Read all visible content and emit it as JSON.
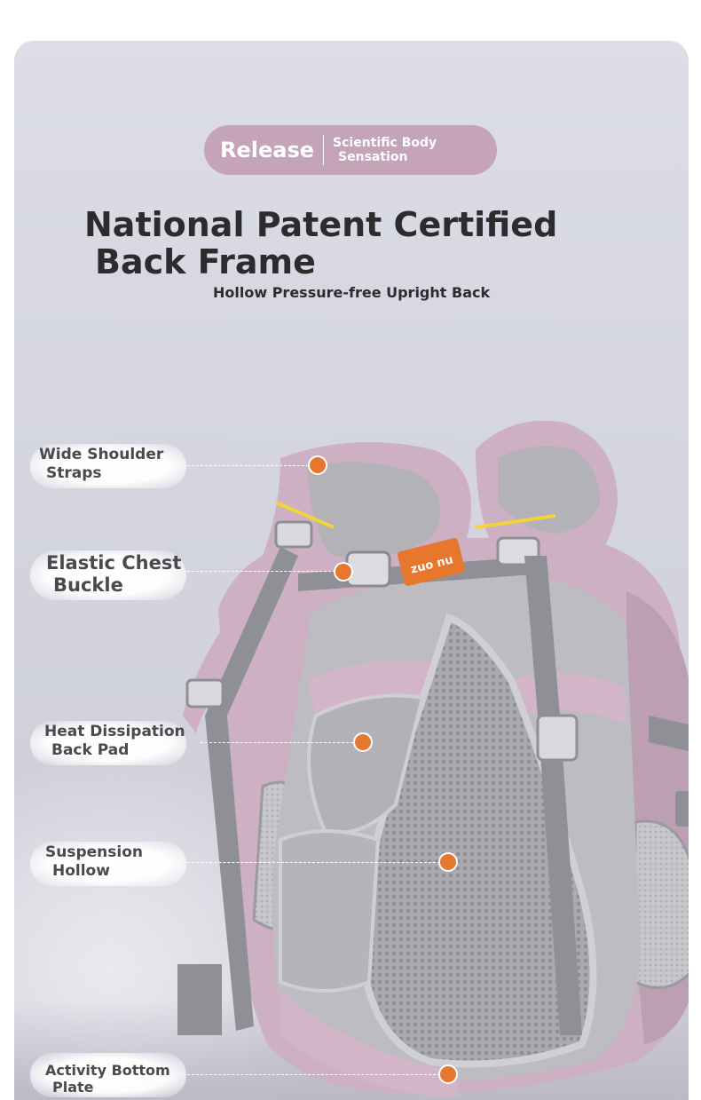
{
  "badge": {
    "main": "Release",
    "sub_line1": "Scientific Body",
    "sub_line2": "Sensation"
  },
  "headline": {
    "line1": "National Patent Certified",
    "line2": "Back Frame",
    "subtitle": "Hollow Pressure-free Upright Back"
  },
  "product": {
    "brand_tag": "zuo nu"
  },
  "callouts": [
    {
      "line1": "Wide Shoulder",
      "line2": "Straps"
    },
    {
      "line1": "Elastic Chest",
      "line2": "Buckle"
    },
    {
      "line1": "Heat Dissipation",
      "line2": "Back Pad"
    },
    {
      "line1": "Suspension",
      "line2": "Hollow"
    },
    {
      "line1": "Activity Bottom",
      "line2": "Plate"
    }
  ],
  "colors": {
    "accent_dot": "#e8772e",
    "badge_bg": "#c5a3b9",
    "bag_pink": "#cdb0c3",
    "strap_gray": "#8f9096",
    "mesh_gray": "#b9b9bd"
  }
}
